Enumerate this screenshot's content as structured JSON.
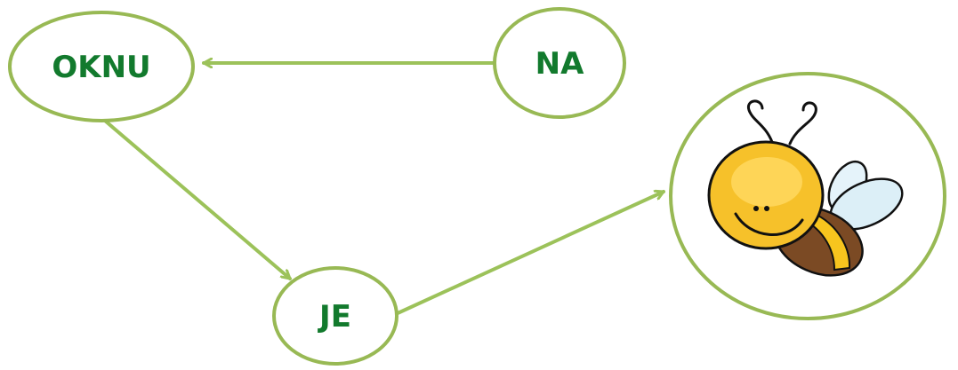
{
  "diagram": {
    "nodes": {
      "oknu": {
        "label": "OKNU"
      },
      "na": {
        "label": "NA"
      },
      "je": {
        "label": "JE"
      },
      "bee": {
        "icon": "bee-icon"
      }
    },
    "edges": [
      {
        "from": "na",
        "to": "oknu"
      },
      {
        "from": "oknu",
        "to": "je"
      },
      {
        "from": "je",
        "to": "bee"
      }
    ]
  },
  "colors": {
    "outline": "#98b954",
    "arrow": "#9cc25a",
    "text": "#127a2d",
    "bee_body": "#f7c51e",
    "bee_stripe": "#7b4a24",
    "wing": "#dceff7"
  }
}
